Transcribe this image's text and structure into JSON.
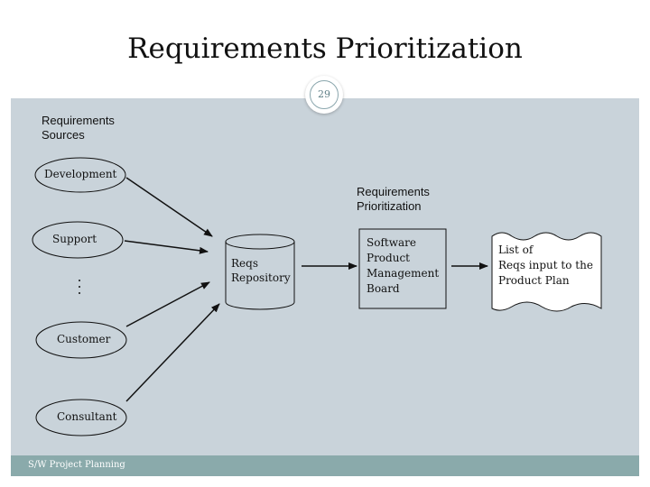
{
  "slide": {
    "title": "Requirements Prioritization",
    "number": "29",
    "footer": "S/W Project Planning"
  },
  "diagram": {
    "sources_heading_line1": "Requirements",
    "sources_heading_line2": "Sources",
    "prioritization_heading_line1": "Requirements",
    "prioritization_heading_line2": "Prioritization",
    "sources": [
      "Development",
      "Support",
      "Customer",
      "Consultant"
    ],
    "repository_line1": "Reqs",
    "repository_line2": "Repository",
    "board_lines": [
      "Software",
      "Product",
      "Management",
      "Board"
    ],
    "output_lines": [
      "List of",
      "Reqs input to the",
      "Product Plan"
    ]
  },
  "colors": {
    "content_bg": "#c9d3da",
    "footer_bg": "#8aaaab",
    "accent": "#5f7f86"
  }
}
